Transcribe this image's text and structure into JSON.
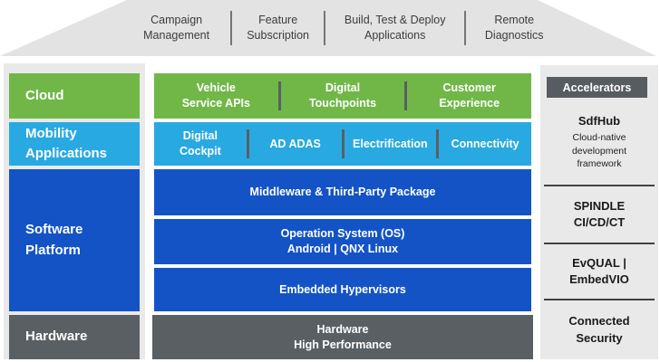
{
  "colors": {
    "green": "#71b748",
    "cyan": "#29a9e1",
    "blue": "#1353c6",
    "dark_gray": "#5a5f63",
    "panel_gray": "#e9e9e9",
    "roof_gray": "#e3e3e3",
    "text_dark": "#3c3c3c",
    "text_white": "#ffffff"
  },
  "roof": {
    "items": [
      "Campaign\nManagement",
      "Feature\nSubscription",
      "Build, Test & Deploy\nApplications",
      "Remote\nDiagnostics"
    ]
  },
  "layers": {
    "cloud": {
      "label": "Cloud"
    },
    "mobility": {
      "label": "Mobility\nApplications"
    },
    "software": {
      "label": "Software\nPlatform"
    },
    "hardware": {
      "label": "Hardware"
    }
  },
  "cloud_row": {
    "cells": [
      "Vehicle\nService APIs",
      "Digital\nTouchpoints",
      "Customer\nExperience"
    ]
  },
  "mobility_row": {
    "cells": [
      "Digital\nCockpit",
      "AD ADAS",
      "Electrification",
      "Connectivity"
    ]
  },
  "software_rows": [
    "Middleware & Third-Party Package",
    "Operation System (OS)\nAndroid | QNX Linux",
    "Embedded Hypervisors"
  ],
  "hardware_row": "Hardware\nHigh Performance",
  "accelerators": {
    "header": "Accelerators",
    "items": [
      {
        "title": "SdfHub",
        "desc": "Cloud-native\ndevelopment\nframework"
      },
      {
        "title": "SPINDLE\nCI/CD/CT",
        "desc": ""
      },
      {
        "title": "EvQUAL |\nEmbedVIO",
        "desc": ""
      },
      {
        "title": "Connected\nSecurity",
        "desc": ""
      }
    ]
  }
}
